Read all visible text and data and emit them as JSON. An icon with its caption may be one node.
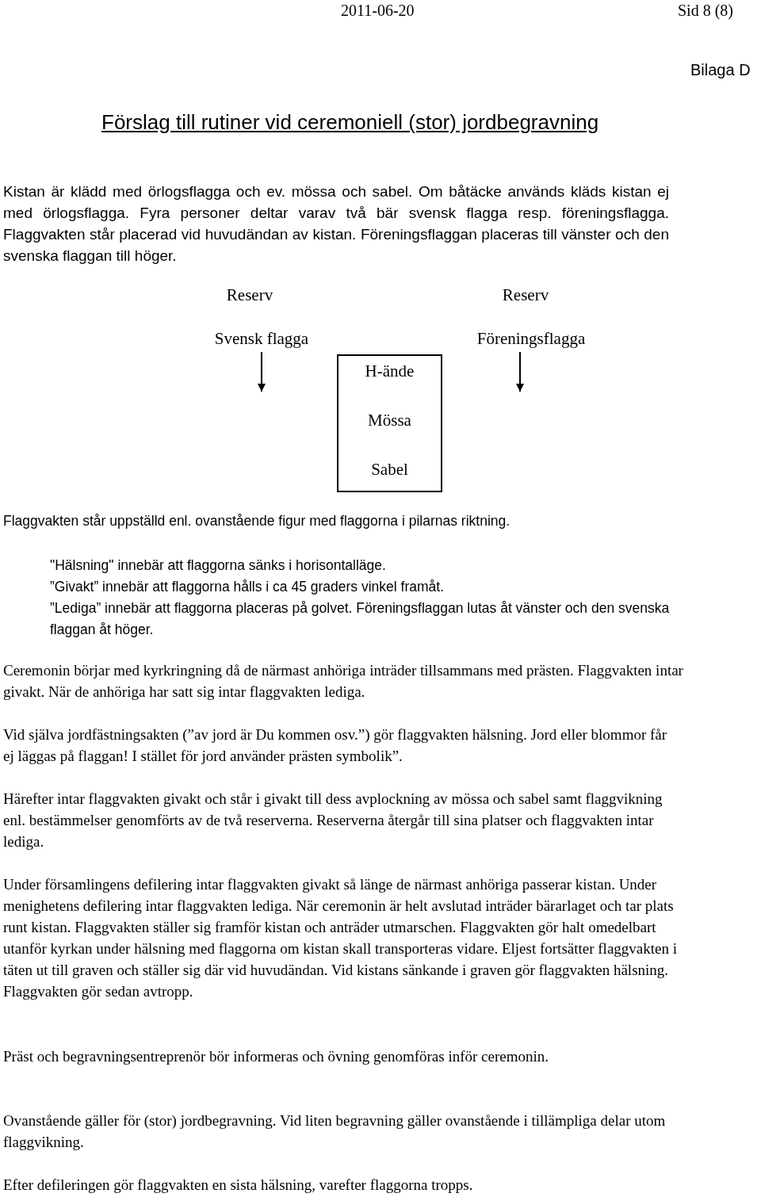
{
  "diagram": {
    "title": "Förslag till rutiner vid ceremoniell (stor) jordbegravning",
    "nodes": [
      {
        "text": [
          "Reserv"
        ]
      },
      {
        "text": [
          "Reserv"
        ]
      },
      {
        "text": [
          "Svensk flagga"
        ]
      },
      {
        "text": [
          "Föreningsflagga"
        ]
      },
      {
        "text": [
          "H-ände",
          "Mössa",
          "Sabel"
        ]
      }
    ],
    "edges": [
      {
        "from": 2,
        "to": null,
        "arrow": "to"
      },
      {
        "from": 3,
        "to": null,
        "arrow": "to"
      }
    ],
    "labels": [
      "2011-06-20",
      "Sid 8 (8)",
      "Bilaga D",
      "Kistan är klädd med örlogsflagga och ev. mössa och sabel. Om båtäcke används kläds kistan ej med örlogsflagga. Fyra personer deltar varav två bär svensk flagga resp. föreningsflagga. Flaggvakten står placerad vid huvudändan av kistan. Föreningsflaggan placeras till vänster och den svenska flaggan till höger.",
      "Flaggvakten står uppställd enl. ovanstående figur med flaggorna i pilarnas riktning.",
      "\"Hälsning\" innebär att flaggorna sänks i horisontalläge.",
      "”Givakt” innebär att flaggorna hålls i ca 45 graders vinkel framåt.",
      "”Lediga” innebär att flaggorna placeras på golvet. Föreningsflaggan lutas åt vänster och den svenska flaggan åt höger.",
      "Ceremonin börjar med kyrkringning då de närmast anhöriga inträder tillsammans med prästen. Flaggvakten intar givakt. När de anhöriga har satt sig intar flaggvakten lediga.",
      "Vid själva jordfästningsakten (”av jord är Du kommen osv.”) gör flaggvakten hälsning. Jord eller blommor får ej läggas på flaggan! I stället för jord använder prästen symbolik”.",
      "Härefter intar flaggvakten givakt och står i givakt till dess avplockning av mössa och sabel samt flaggvikning enl. bestämmelser genomförts av de två reserverna. Reserverna återgår till sina platser och flaggvakten intar lediga.",
      "Under församlingens defilering intar flaggvakten givakt så länge de närmast anhöriga passerar kistan. Under menighetens defilering intar flaggvakten lediga. När ceremonin är helt avslutad inträder bärarlaget och tar plats runt kistan. Flaggvakten ställer sig framför kistan och anträder utmarschen. Flaggvakten gör halt omedelbart utanför kyrkan under hälsning med flaggorna om kistan skall transporteras vidare. Eljest fortsätter flaggvakten i täten ut till graven och ställer sig där vid huvudändan. Vid kistans sänkande i graven gör flaggvakten hälsning. Flaggvakten gör sedan avtropp.",
      "Präst och begravningsentreprenör bör informeras och övning genomföras inför ceremonin.",
      "Ovanstående gäller för (stor) jordbegravning. Vid liten begravning gäller ovanstående i tillämpliga delar utom flaggvikning.",
      "Efter defileringen gör flaggvakten en sista hälsning, varefter flaggorna tropps."
    ]
  }
}
